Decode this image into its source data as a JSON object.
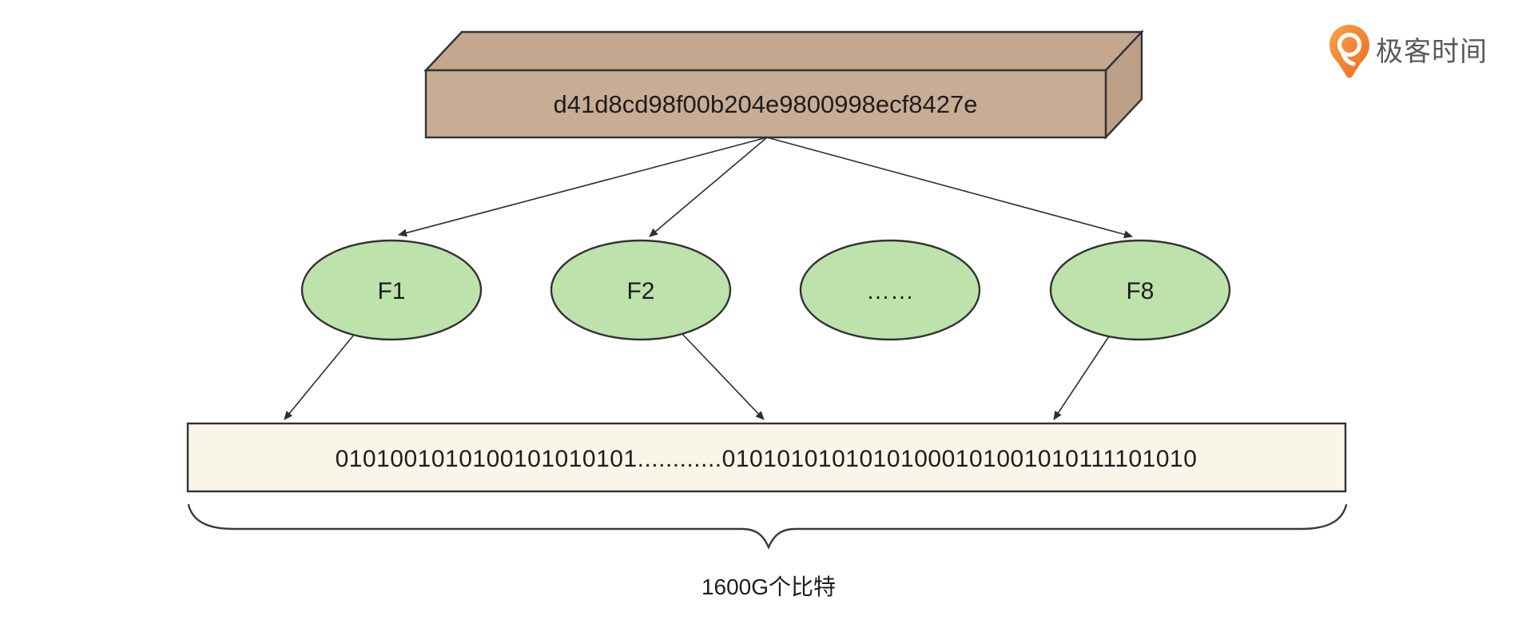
{
  "logo": {
    "brand": "极客时间"
  },
  "colors": {
    "box_front": "#C9AC94",
    "box_top": "#C4A78F",
    "box_side": "#BDA088",
    "node_fill": "#BDE2AC",
    "bitstring_fill": "#FAF5E9",
    "brand_text": "#57595B"
  },
  "diagram": {
    "hash_box": {
      "label": "d41d8cd98f00b204e9800998ecf8427e"
    },
    "nodes": [
      {
        "label": "F1"
      },
      {
        "label": "F2"
      },
      {
        "label": "……"
      },
      {
        "label": "F8"
      }
    ],
    "bitstring": {
      "label": "0101001010100101010101............01010101010101000101001010111101010"
    },
    "brace_label": "1600G个比特"
  }
}
